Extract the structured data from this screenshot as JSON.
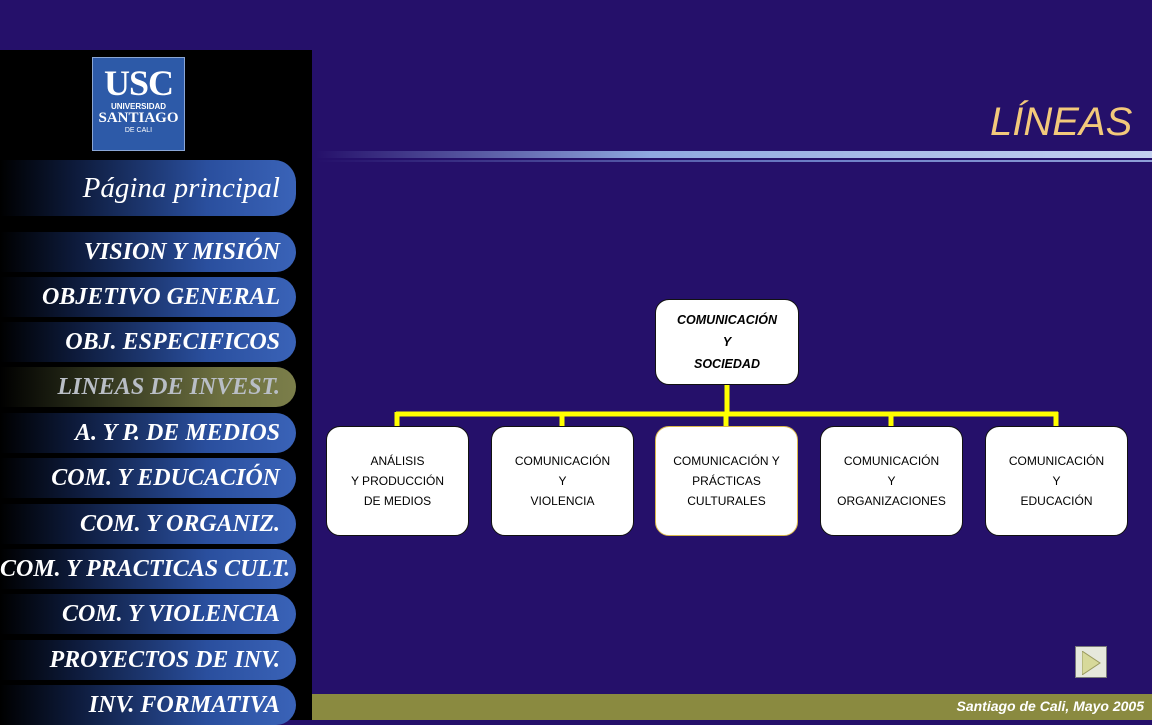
{
  "logo": {
    "big": "USC",
    "line1": "UNIVERSIDAD",
    "line2": "SANTIAGO",
    "line3": "DE  CALI"
  },
  "nav": {
    "home": "Página principal",
    "items": [
      "VISION Y MISIÓN",
      "OBJETIVO GENERAL",
      "OBJ. ESPECIFICOS",
      "LINEAS DE INVEST.",
      "A. Y P. DE MEDIOS",
      "COM. Y EDUCACIÓN",
      "COM. Y ORGANIZ.",
      "COM. Y PRACTICAS CULT.",
      "COM. Y VIOLENCIA",
      "PROYECTOS DE INV.",
      "INV. FORMATIVA"
    ],
    "active_index": 3
  },
  "title": "LÍNEAS",
  "org_chart": {
    "root": [
      "COMUNICACIÓN",
      "Y",
      "SOCIEDAD"
    ],
    "children": [
      [
        "ANÁLISIS",
        "Y  PRODUCCIÓN",
        "DE MEDIOS"
      ],
      [
        "COMUNICACIÓN",
        "Y",
        "VIOLENCIA"
      ],
      [
        "COMUNICACIÓN  Y",
        "PRÁCTICAS",
        "CULTURALES"
      ],
      [
        "COMUNICACIÓN",
        "Y",
        "ORGANIZACIONES"
      ],
      [
        "COMUNICACIÓN",
        "Y",
        "EDUCACIÓN"
      ]
    ],
    "connector_color": "#ffff00"
  },
  "footer": "Santiago de Cali, Mayo 2005",
  "next_icon": "play-arrow-icon"
}
